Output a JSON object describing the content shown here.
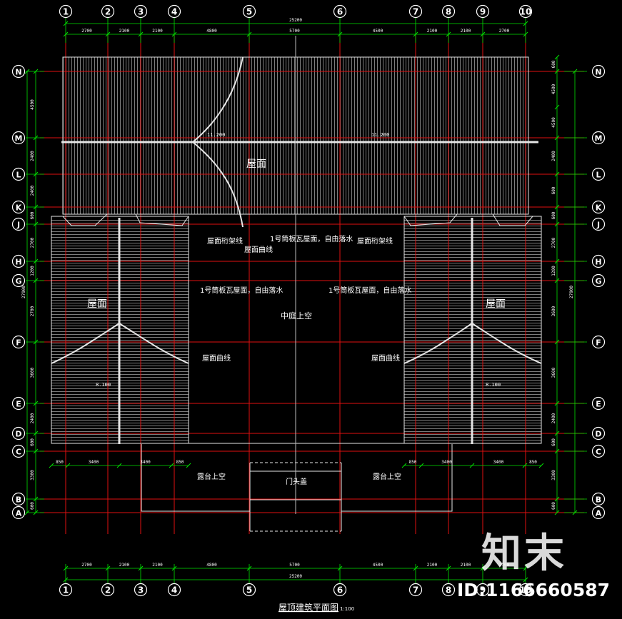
{
  "drawing": {
    "title": "屋顶建筑平面图",
    "title_scale": "1:100",
    "colors": {
      "grid_axis": "#e01010",
      "dimension": "#00e000",
      "roof_lines": "#d8d8d8",
      "text": "#ffffff",
      "background": "#000000"
    }
  },
  "axes": {
    "vertical": [
      "1",
      "2",
      "3",
      "4",
      "5",
      "6",
      "7",
      "8",
      "9",
      "10"
    ],
    "horizontal": [
      "N",
      "M",
      "L",
      "K",
      "J",
      "H",
      "G",
      "F",
      "E",
      "D",
      "C",
      "B",
      "A"
    ]
  },
  "dimensions": {
    "top_segments": [
      "2700",
      "2100",
      "2100",
      "4800",
      "5700",
      "4500",
      "2100",
      "2100",
      "2700"
    ],
    "top_total": "25200",
    "bottom_segments": [
      "2700",
      "2100",
      "2100",
      "4800",
      "5700",
      "4500",
      "2100",
      "2100",
      "2700"
    ],
    "bottom_total": "25200",
    "left_segments": [
      "4500",
      "2400",
      "2400",
      "600",
      "2700",
      "1200",
      "2700",
      "3600",
      "2400",
      "600",
      "3300",
      "600"
    ],
    "left_total": "27900",
    "right_segments": [
      "600",
      "4500",
      "4500",
      "2400",
      "600",
      "600",
      "2700",
      "1200",
      "3600",
      "3600",
      "2400",
      "600",
      "3300",
      "600"
    ],
    "right_total": "27900",
    "porch_left": [
      "850",
      "3400",
      "3400",
      "850"
    ],
    "porch_right": [
      "850",
      "3400",
      "3400",
      "850"
    ]
  },
  "labels": {
    "roof_top": "屋面",
    "roof_left": "屋面",
    "roof_right": "屋面",
    "ridge_left": "屋面桁架线",
    "ridge_right": "屋面桁架线",
    "curve_top": "屋面曲线",
    "tile_center": "1号筒板瓦屋面，自由落水",
    "tile_left": "1号筒板瓦屋面，自由落水",
    "tile_right": "1号筒板瓦屋面，自由落水",
    "courtyard": "中庭上空",
    "curve_left": "屋面曲线",
    "curve_right": "屋面曲线",
    "porch_left": "露台上空",
    "porch_right": "露台上空",
    "gate": "门头盖",
    "elev_top_left": "11.200",
    "elev_top_right": "11.200",
    "elev_left": "8.100",
    "elev_right": "8.100"
  },
  "watermark": {
    "brand": "知末",
    "id": "ID:1166660587"
  }
}
